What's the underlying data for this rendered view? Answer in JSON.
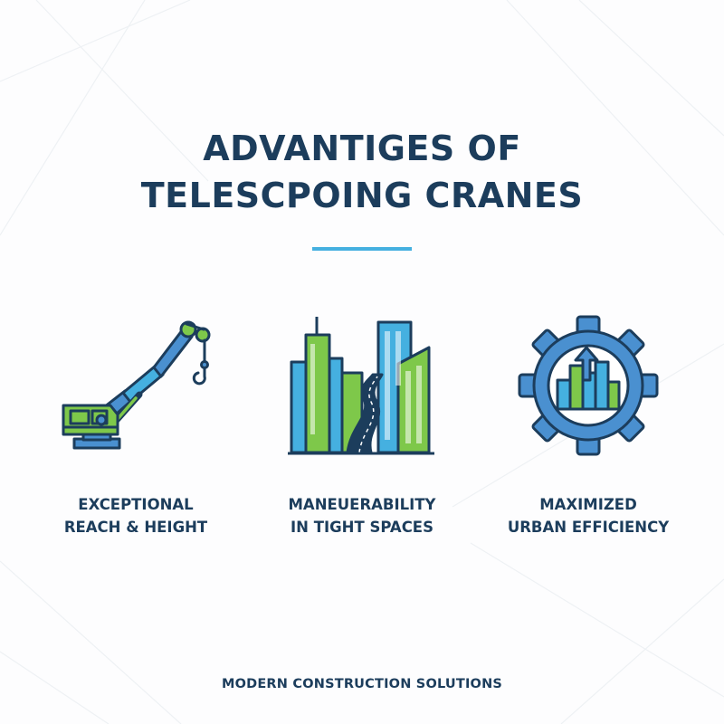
{
  "title": {
    "line1": "ADVANTIGES OF",
    "line2": "TELESCPOING CRANES"
  },
  "features": [
    {
      "icon": "telescopic-crane-icon",
      "line1": "EXCEPTIONAL",
      "line2": "REACH & HEIGHT"
    },
    {
      "icon": "city-road-icon",
      "line1": "MANEUERABILITY",
      "line2": "IN TIGHT SPACES"
    },
    {
      "icon": "gear-city-efficiency-icon",
      "line1": "MAXIMIZED",
      "line2": "URBAN EFFICIENCY"
    }
  ],
  "footer": "MODERN CONSTRUCTION SOLUTIONS",
  "colors": {
    "navy": "#1c3d5c",
    "blue": "#4a90d0",
    "light_blue": "#45b0e0",
    "green": "#7ec84a"
  }
}
